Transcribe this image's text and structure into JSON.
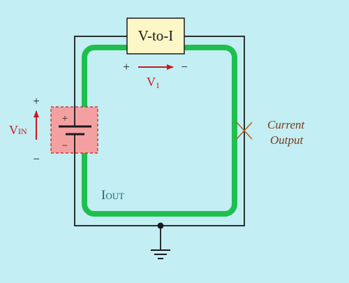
{
  "diagram": {
    "converter": {
      "label": "V-to-I"
    },
    "v1": {
      "plus": "+",
      "minus": "−",
      "label": "V",
      "sub": "1"
    },
    "battery": {
      "plus": "+",
      "minus": "−"
    },
    "vin": {
      "plus": "+",
      "minus": "−",
      "label": "V",
      "sub": "IN"
    },
    "iout": {
      "label": "I",
      "sub": "OUT"
    },
    "output": {
      "line1": "Current",
      "line2": "Output"
    },
    "colors": {
      "background": "#c3eef3",
      "loop": "#1fbf4e",
      "wire": "#1a1a1a",
      "converter_fill": "#fdf6c6",
      "battery_fill": "#f4a0a0",
      "arrow": "#c8191e",
      "label_dark": "#1d6a72",
      "output_label": "#7a3a1a"
    },
    "icons": [
      "ground-icon",
      "cross-marker-icon",
      "battery-icon",
      "arrow-icon"
    ]
  }
}
